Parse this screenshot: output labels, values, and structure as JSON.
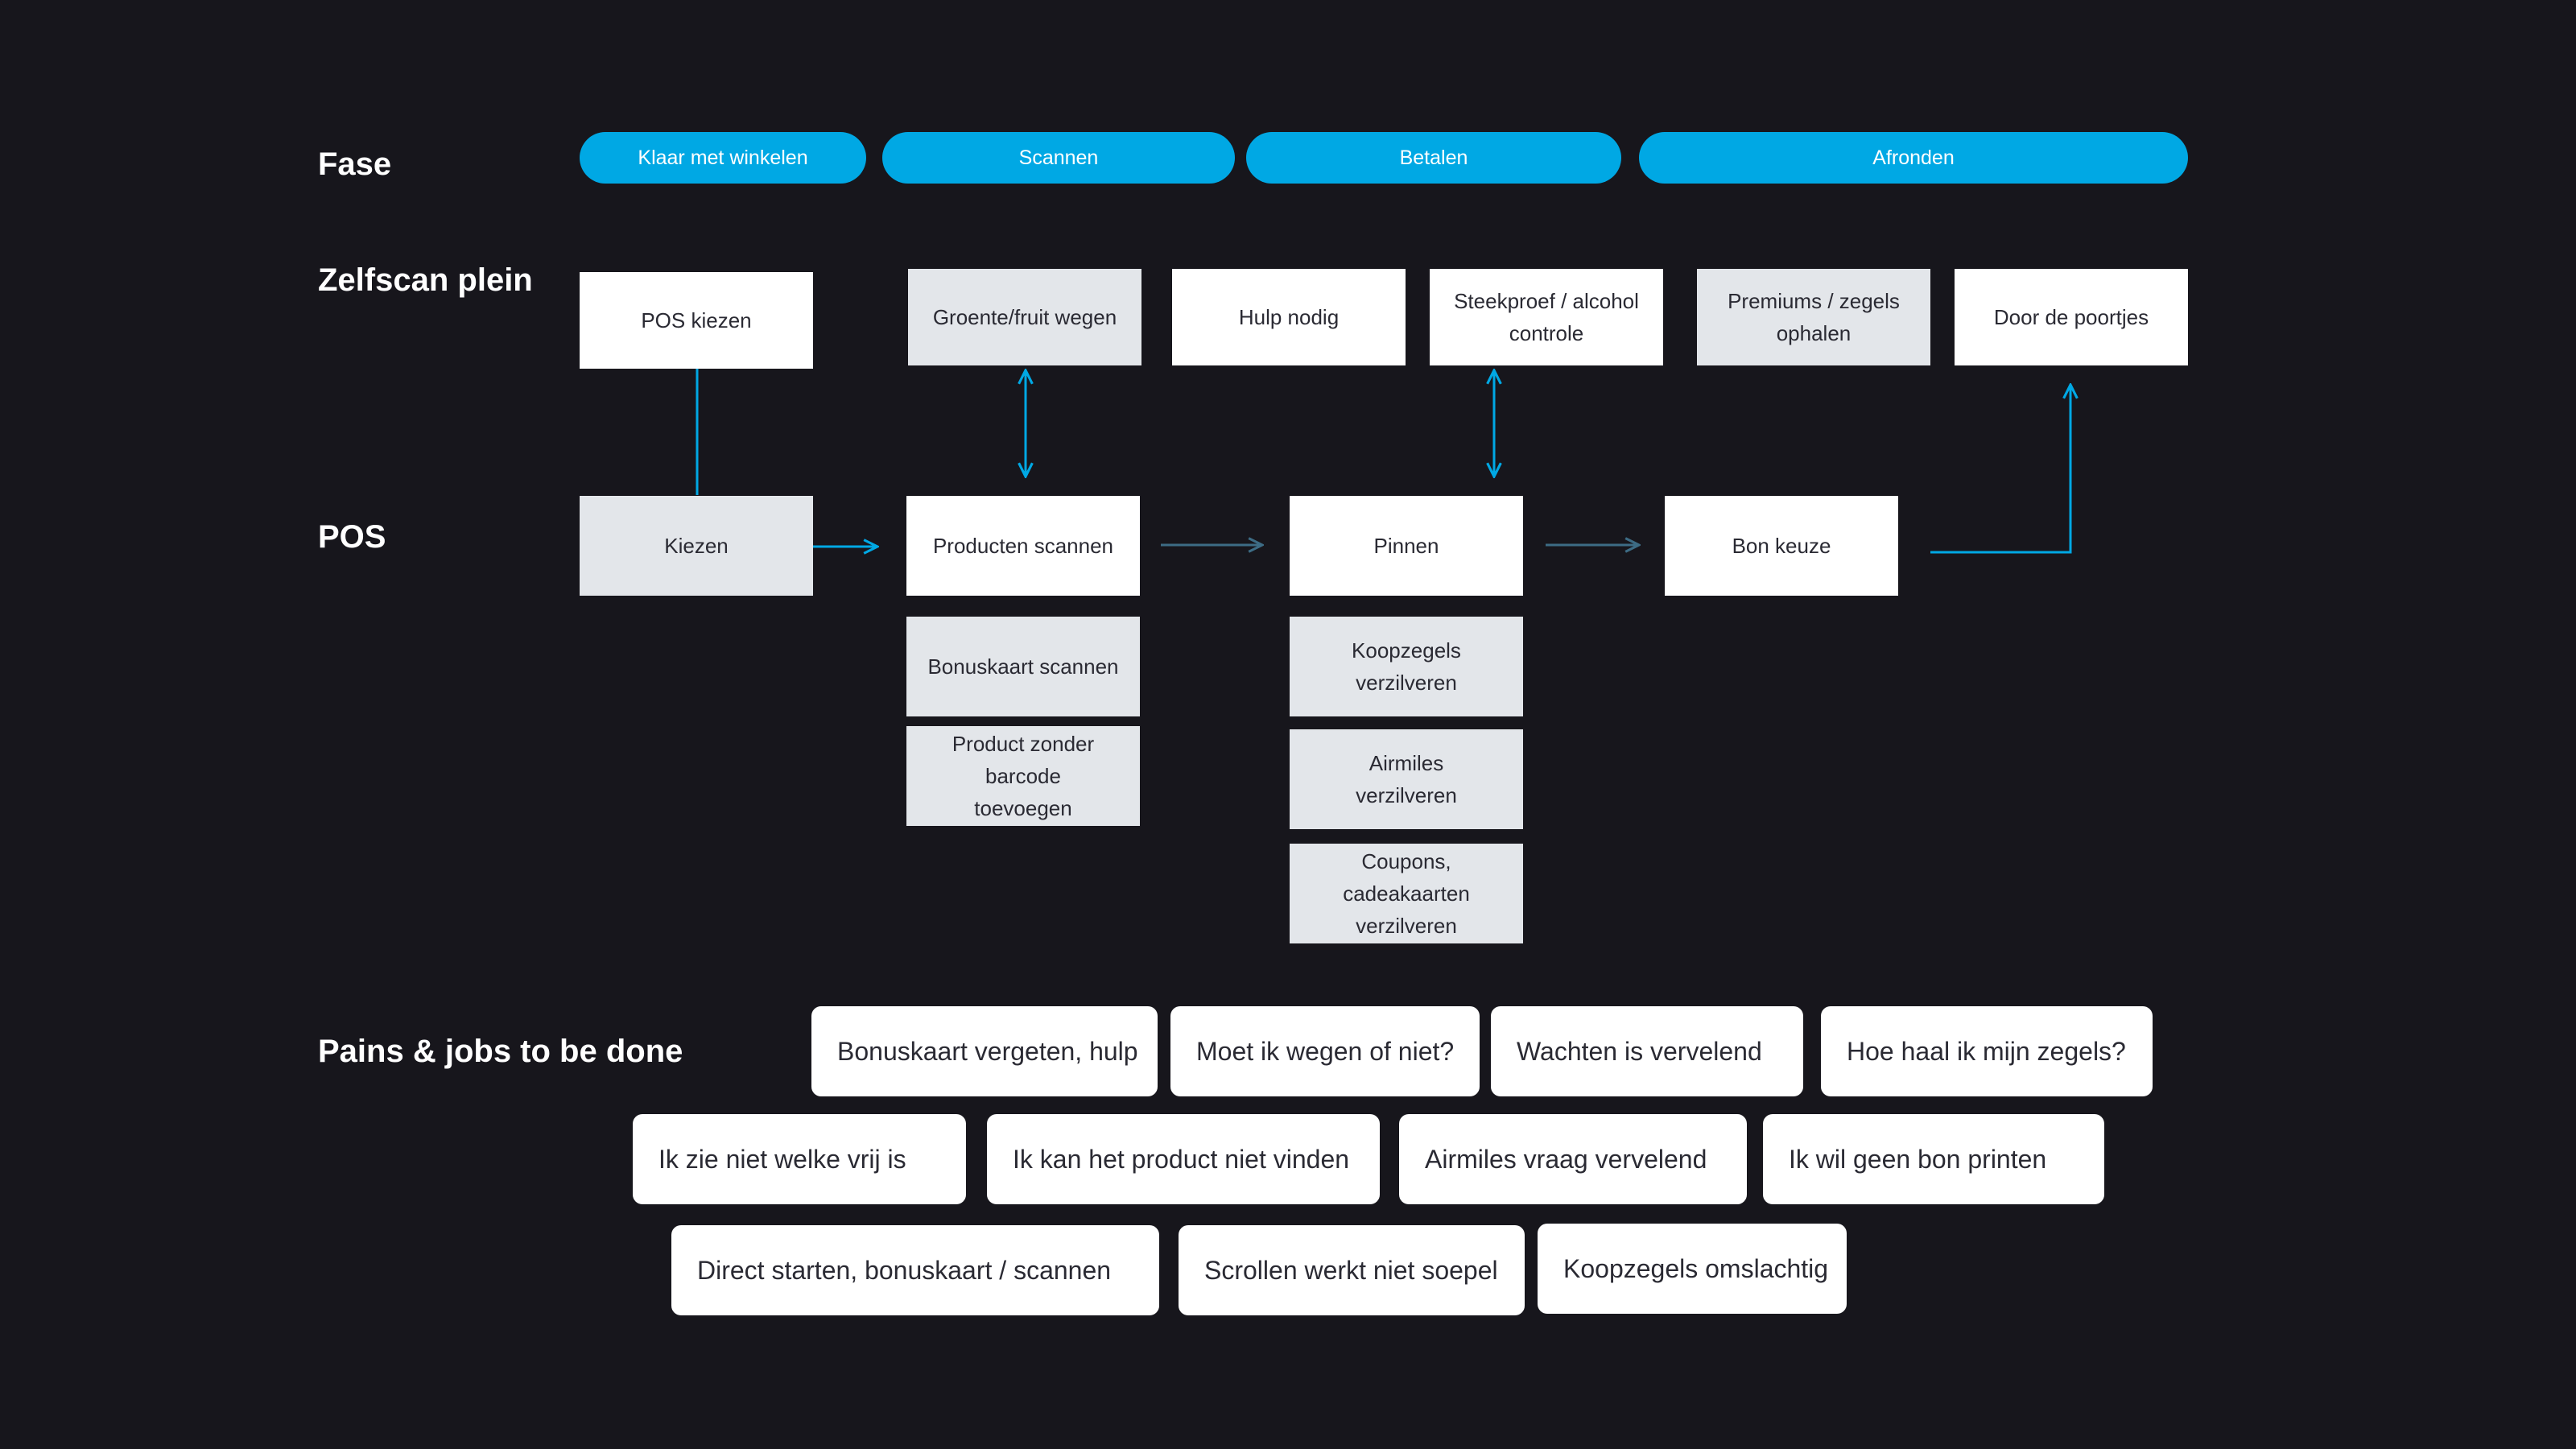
{
  "labels": {
    "fase": "Fase",
    "zelfscan": "Zelfscan plein",
    "pos": "POS",
    "pains": "Pains & jobs to be done"
  },
  "phases": [
    "Klaar met winkelen",
    "Scannen",
    "Betalen",
    "Afronden"
  ],
  "zelfscan": [
    {
      "line1": "POS kiezen",
      "line2": ""
    },
    {
      "line1": "Groente/fruit wegen",
      "line2": ""
    },
    {
      "line1": "Hulp nodig",
      "line2": ""
    },
    {
      "line1": "Steekproef / alcohol",
      "line2": "controle"
    },
    {
      "line1": "Premiums / zegels",
      "line2": "ophalen"
    },
    {
      "line1": "Door de poortjes",
      "line2": ""
    }
  ],
  "pos": [
    "Kiezen",
    "Producten scannen",
    "Pinnen",
    "Bon keuze"
  ],
  "sub_scan": [
    {
      "line1": "Bonuskaart scannen",
      "line2": ""
    },
    {
      "line1": "Product zonder barcode",
      "line2": "toevoegen"
    }
  ],
  "sub_pay": [
    {
      "line1": "Koopzegels",
      "line2": "verzilveren"
    },
    {
      "line1": "Airmiles",
      "line2": "verzilveren"
    },
    {
      "line1": "Coupons, cadeakaarten",
      "line2": "verzilveren"
    }
  ],
  "pains": {
    "row1": [
      "Bonuskaart vergeten, hulp",
      "Moet ik wegen of niet?",
      "Wachten is vervelend",
      "Hoe haal ik mijn zegels?"
    ],
    "row2": [
      "Ik zie niet welke vrij is",
      "Ik kan het product niet vinden",
      "Airmiles vraag vervelend",
      "Ik wil geen bon printen"
    ],
    "row3": [
      "Direct starten, bonuskaart / scannen",
      "Scrollen werkt niet soepel",
      "Koopzegels omslachtig"
    ]
  },
  "colors": {
    "background": "#17161c",
    "accent": "#00a8e4",
    "box_white": "#ffffff",
    "box_grey": "#e3e6ea"
  }
}
